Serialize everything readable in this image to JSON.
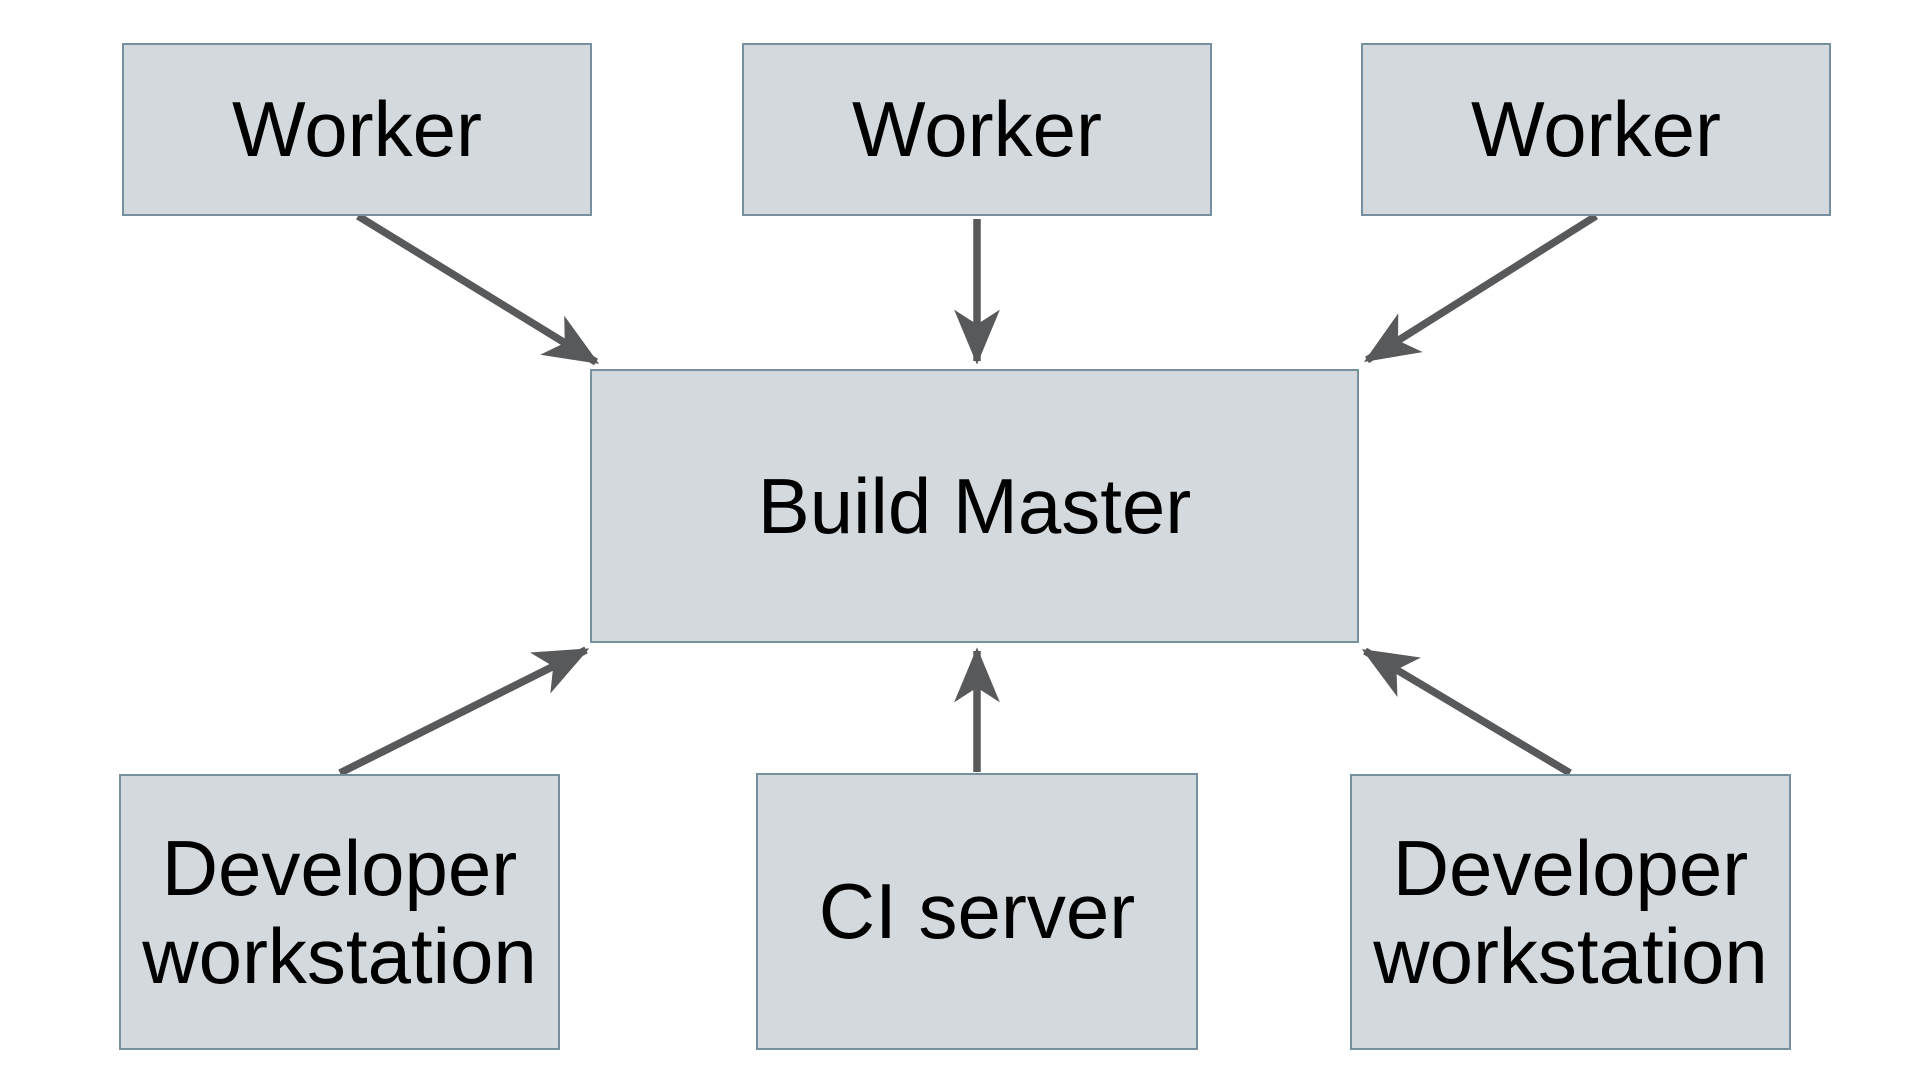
{
  "colors": {
    "background": "#ffffff",
    "node_fill": "#d3d9dc",
    "node_border": "#76909f",
    "arrow": "#58595b",
    "text": "#000000"
  },
  "nodes": {
    "worker1": {
      "label": "Worker"
    },
    "worker2": {
      "label": "Worker"
    },
    "worker3": {
      "label": "Worker"
    },
    "build_master": {
      "label": "Build Master"
    },
    "dev_left": {
      "label": "Developer workstation"
    },
    "ci_server": {
      "label": "CI server"
    },
    "dev_right": {
      "label": "Developer workstation"
    }
  },
  "edges": [
    {
      "from": "worker1",
      "to": "build_master"
    },
    {
      "from": "worker2",
      "to": "build_master"
    },
    {
      "from": "worker3",
      "to": "build_master"
    },
    {
      "from": "dev_left",
      "to": "build_master"
    },
    {
      "from": "ci_server",
      "to": "build_master"
    },
    {
      "from": "dev_right",
      "to": "build_master"
    }
  ]
}
